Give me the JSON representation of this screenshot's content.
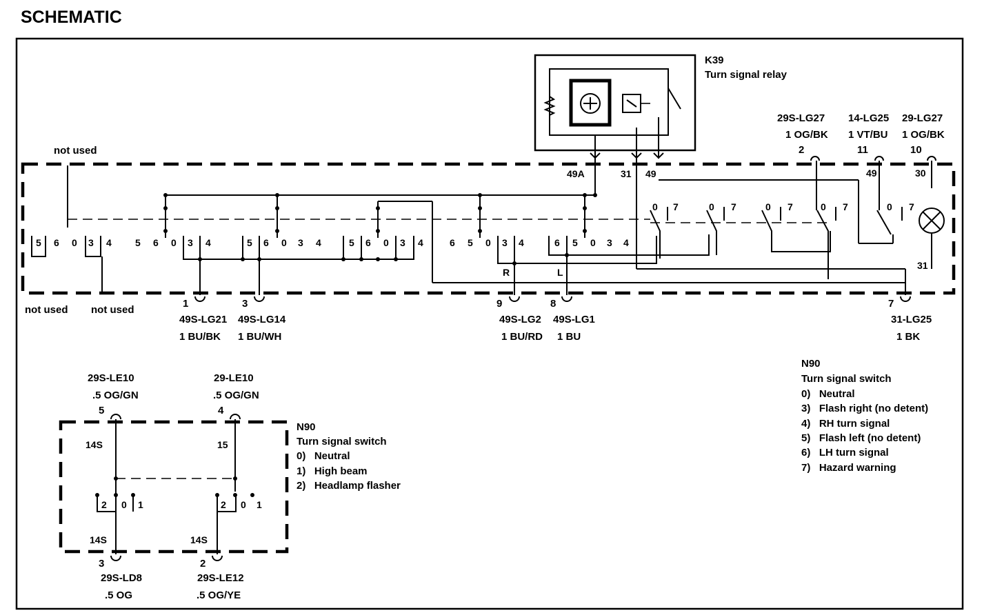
{
  "title": "SCHEMATIC",
  "relay": {
    "id": "K39",
    "name": "Turn signal relay",
    "terminals": [
      "49A",
      "31",
      "49"
    ]
  },
  "main_switch": {
    "id": "N90",
    "name": "Turn signal switch",
    "positions": [
      "0)   Neutral",
      "3)   Flash right (no detent)",
      "4)   RH turn signal",
      "5)   Flash left (no detent)",
      "6)   LH turn signal",
      "7)   Hazard warning"
    ],
    "not_used": "not used",
    "connectors": [
      {
        "pin": "1",
        "wire": "49S-LG21",
        "color": "1 BU/BK"
      },
      {
        "pin": "3",
        "wire": "49S-LG14",
        "color": "1 BU/WH"
      },
      {
        "pin": "9",
        "wire": "49S-LG2",
        "color": "1 BU/RD"
      },
      {
        "pin": "8",
        "wire": "49S-LG1",
        "color": "1 BU"
      },
      {
        "pin": "7",
        "wire": "31-LG25",
        "color": "1 BK"
      },
      {
        "pin": "2",
        "wire": "29S-LG27",
        "color": "1 OG/BK"
      },
      {
        "pin": "11",
        "wire": "14-LG25",
        "color": "1 VT/BU"
      },
      {
        "pin": "10",
        "wire": "29-LG27",
        "color": "1 OG/BK"
      }
    ],
    "internal_labels": {
      "r": "R",
      "l": "L",
      "t30": "30",
      "t31": "31",
      "t49": "49"
    }
  },
  "small_switch": {
    "id": "N90",
    "name": "Turn signal switch",
    "positions": [
      "0)   Neutral",
      "1)   High beam",
      "2)   Headlamp flasher"
    ],
    "connectors": [
      {
        "pin": "5",
        "wire": "29S-LE10",
        "color": ".5 OG/GN"
      },
      {
        "pin": "4",
        "wire": "29-LE10",
        "color": ".5 OG/GN"
      },
      {
        "pin": "3",
        "wire": "29S-LD8",
        "color": ".5 OG"
      },
      {
        "pin": "2",
        "wire": "29S-LE12",
        "color": ".5 OG/YE"
      }
    ],
    "internal_labels": {
      "s14a": "14S",
      "s15": "15",
      "s14b": "14S",
      "s14c": "14S"
    }
  }
}
